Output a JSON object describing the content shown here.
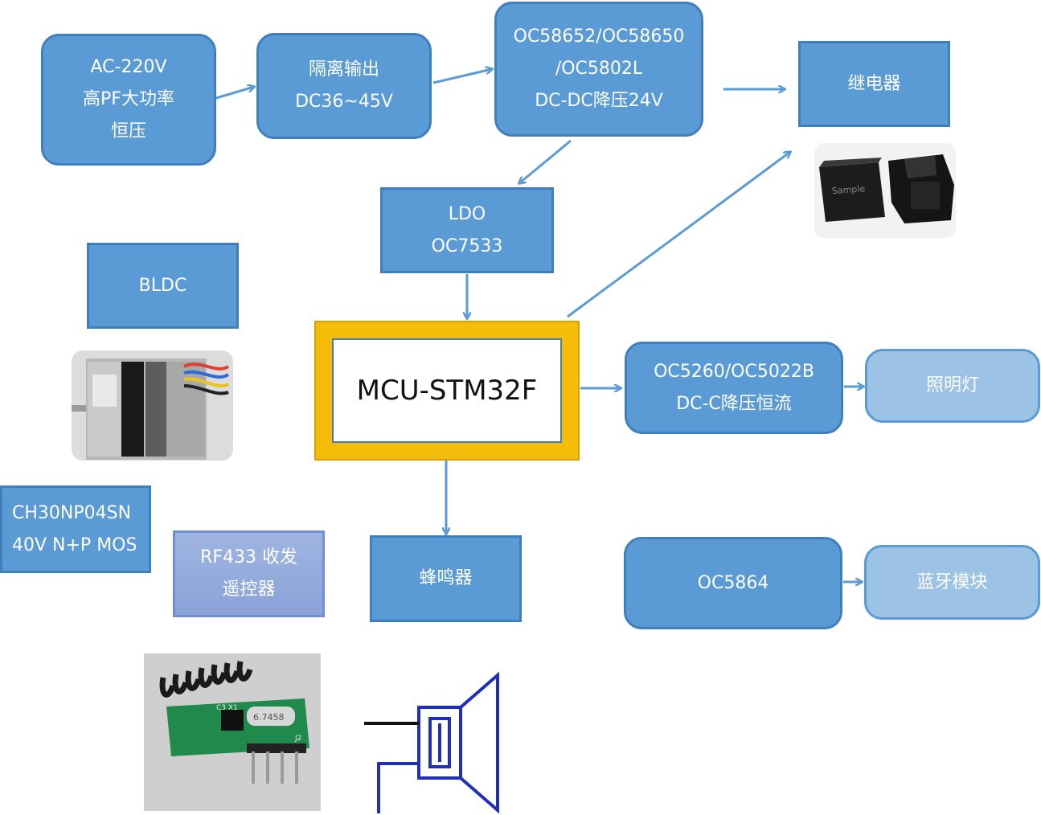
{
  "nodes": {
    "ac220": [
      "AC-220V",
      "高PF大功率",
      "恒压"
    ],
    "isolated": [
      "隔离输出",
      "DC36~45V"
    ],
    "dcdc": [
      "OC58652/OC58650",
      "/OC5802L",
      "DC-DC降压24V"
    ],
    "relay": [
      "继电器"
    ],
    "ldo": [
      "LDO",
      "OC7533"
    ],
    "bldc": [
      "BLDC"
    ],
    "mcu": "MCU-STM32F",
    "led_driver": [
      "OC5260/OC5022B",
      "DC-C降压恒流"
    ],
    "lighting": [
      "照明灯"
    ],
    "mos": [
      "CH30NP04SN",
      "40V N+P MOS"
    ],
    "rf433": [
      "RF433 收发",
      "遥控器"
    ],
    "buzzer": [
      "蜂鸣器"
    ],
    "oc5864": [
      "OC5864"
    ],
    "bluetooth": [
      "蓝牙模块"
    ]
  },
  "images": {
    "relay_photo_text": "Sample",
    "rf_crystal_text": "6.7458",
    "rf_label_j2": "J2",
    "rf_label_c3": "C3 X1"
  },
  "colors": {
    "box_fill": "#5a9bd5",
    "box_border": "#3f7fbd",
    "light_fill": "#9cc3e6",
    "mcu_frame": "#f5bd0a",
    "arrow": "#5a9bd5"
  }
}
